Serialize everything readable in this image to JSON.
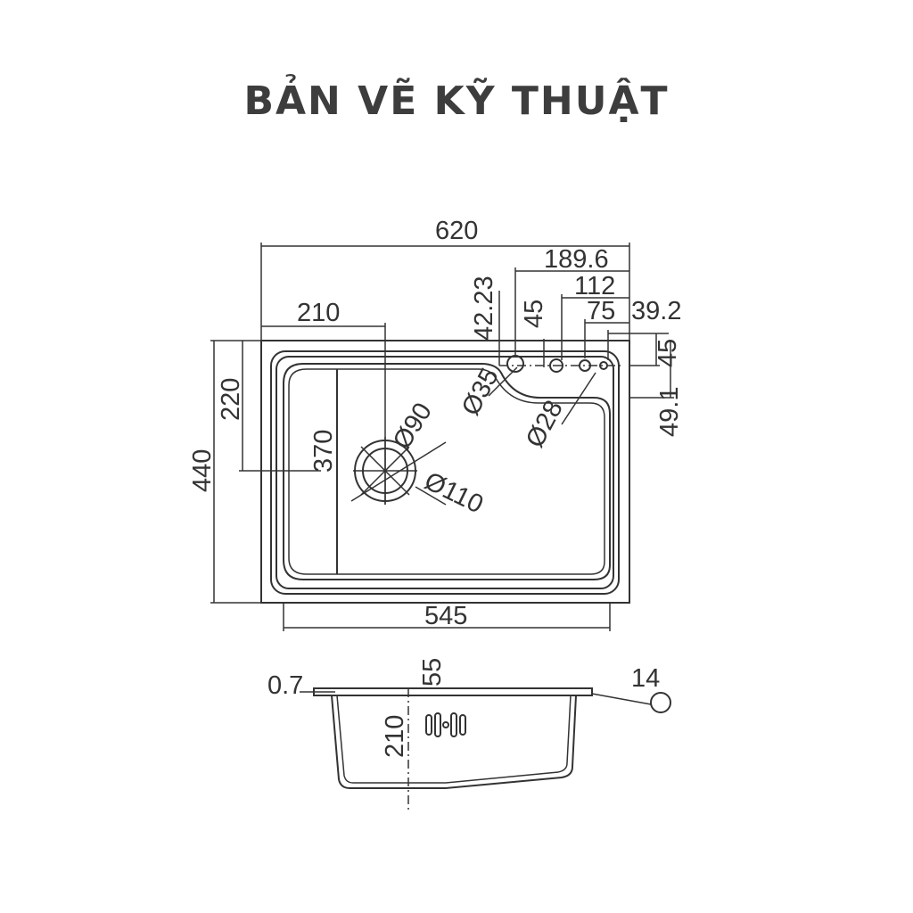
{
  "title": "BẢN VẼ KỸ THUẬT",
  "dimensions": {
    "overall_width": "620",
    "tap_offset": "189.6",
    "hole2_offset": "112",
    "hole3_offset": "75",
    "hole4_offset": "39.2",
    "hole_spacing": "45",
    "hole_height": "42.23",
    "drain_offset": "210",
    "drain_height": "220",
    "bowl_height": "370",
    "overall_height": "440",
    "drain_inner_dia": "Ø90",
    "drain_outer_dia": "Ø110",
    "tap_hole_dia": "Ø35",
    "small_hole_dia": "Ø28",
    "right_45": "45",
    "right_49": "49.1",
    "bowl_width": "545",
    "thickness": "0.7",
    "overflow_dia": "55",
    "depth": "210",
    "rim_radius": "14"
  }
}
